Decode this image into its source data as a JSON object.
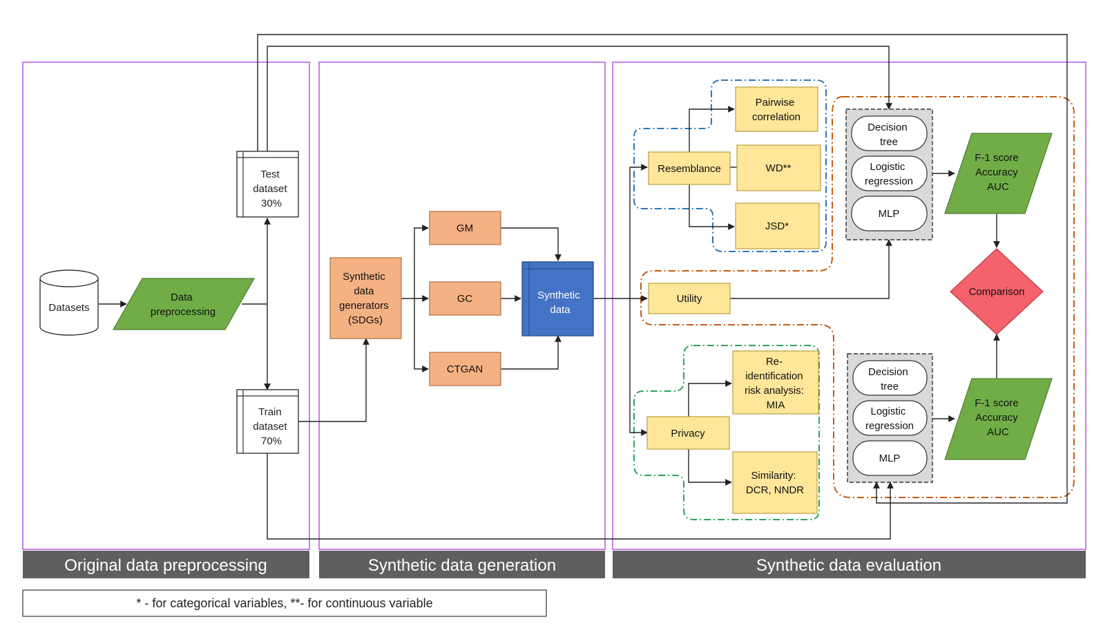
{
  "panels": {
    "preprocessing": "Original data preprocessing",
    "generation": "Synthetic data generation",
    "evaluation": "Synthetic data evaluation"
  },
  "footnote": "* - for categorical variables, **- for continuous variable",
  "nodes": {
    "datasets": "Datasets",
    "data_preprocessing": [
      "Data",
      "preprocessing"
    ],
    "test_dataset": [
      "Test",
      "dataset",
      "30%"
    ],
    "train_dataset": [
      "Train",
      "dataset",
      "70%"
    ],
    "sdgs": [
      "Synthetic",
      "data",
      "generators",
      "(SDGs)"
    ],
    "gm": "GM",
    "gc": "GC",
    "ctgan": "CTGAN",
    "synthetic_data": [
      "Synthetic",
      "data"
    ],
    "resemblance": "Resemblance",
    "pairwise_correlation": [
      "Pairwise",
      "correlation"
    ],
    "wd": "WD**",
    "jsd": "JSD*",
    "utility": "Utility",
    "privacy": "Privacy",
    "reidentification": [
      "Re-",
      "identification",
      "risk analysis:",
      "MIA"
    ],
    "similarity": [
      "Similarity:",
      "DCR, NNDR"
    ],
    "classifiers_top": {
      "decision_tree": [
        "Decision",
        "tree"
      ],
      "logistic_regression": [
        "Logistic",
        "regression"
      ],
      "mlp": "MLP"
    },
    "classifiers_bottom": {
      "decision_tree": [
        "Decision",
        "tree"
      ],
      "logistic_regression": [
        "Logistic",
        "regression"
      ],
      "mlp": "MLP"
    },
    "metrics_top": [
      "F-1 score",
      "Accuracy",
      "AUC"
    ],
    "metrics_bottom": [
      "F-1 score",
      "Accuracy",
      "AUC"
    ],
    "comparison": "Comparison"
  },
  "colors": {
    "panel_border": "#c77ee8",
    "label_bar": "#5f5f5f",
    "green": "#70ad47",
    "orange": "#f4b183",
    "blue": "#4472c4",
    "yellow": "#ffe699",
    "red": "#f4626c",
    "dash_blue": "#2e75b6",
    "dash_green": "#2ca25f",
    "dash_orange": "#c55a11"
  }
}
